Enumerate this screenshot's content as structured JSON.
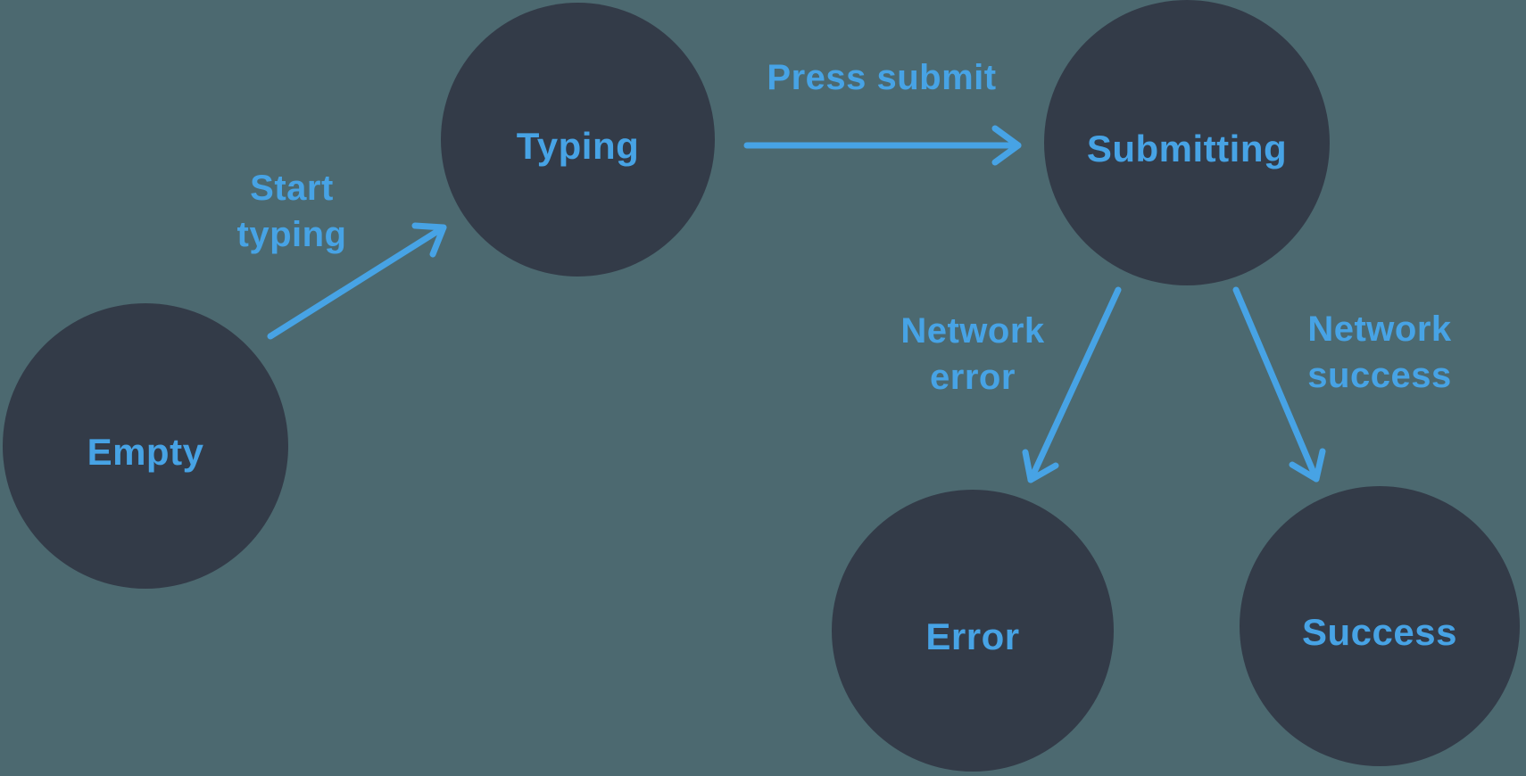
{
  "colors": {
    "background": "#4C6970",
    "node_fill": "#333B48",
    "accent": "#47A3E5"
  },
  "states": {
    "empty": {
      "label": "Empty"
    },
    "typing": {
      "label": "Typing"
    },
    "submitting": {
      "label": "Submitting"
    },
    "error": {
      "label": "Error"
    },
    "success": {
      "label": "Success"
    }
  },
  "transitions": {
    "start_typing": {
      "label": "Start typing",
      "from": "Empty",
      "to": "Typing"
    },
    "press_submit": {
      "label": "Press submit",
      "from": "Typing",
      "to": "Submitting"
    },
    "network_error": {
      "label": "Network error",
      "from": "Submitting",
      "to": "Error"
    },
    "network_success": {
      "label": "Network success",
      "from": "Submitting",
      "to": "Success"
    }
  }
}
